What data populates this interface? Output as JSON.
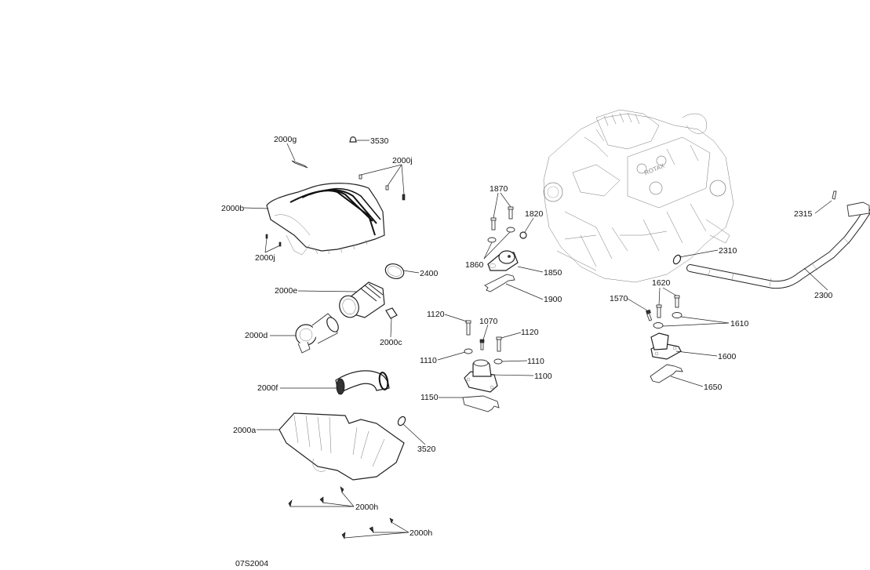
{
  "diagram": {
    "type": "exploded-parts-diagram",
    "subject": "engine air intake silencer and engine mounts",
    "drawing_code": "07S2004",
    "callouts": [
      {
        "id": "2000g",
        "label": "2000g"
      },
      {
        "id": "3530",
        "label": "3530"
      },
      {
        "id": "2000j_top",
        "label": "2000j"
      },
      {
        "id": "2000b",
        "label": "2000b"
      },
      {
        "id": "2000j_bottom",
        "label": "2000j"
      },
      {
        "id": "2400",
        "label": "2400"
      },
      {
        "id": "2000e",
        "label": "2000e"
      },
      {
        "id": "2000c",
        "label": "2000c"
      },
      {
        "id": "2000d",
        "label": "2000d"
      },
      {
        "id": "2000f",
        "label": "2000f"
      },
      {
        "id": "2000a",
        "label": "2000a"
      },
      {
        "id": "3520",
        "label": "3520"
      },
      {
        "id": "2000h_1",
        "label": "2000h"
      },
      {
        "id": "2000h_2",
        "label": "2000h"
      },
      {
        "id": "1870",
        "label": "1870"
      },
      {
        "id": "1820",
        "label": "1820"
      },
      {
        "id": "1860",
        "label": "1860"
      },
      {
        "id": "1850",
        "label": "1850"
      },
      {
        "id": "1900",
        "label": "1900"
      },
      {
        "id": "1120_left",
        "label": "1120"
      },
      {
        "id": "1070",
        "label": "1070"
      },
      {
        "id": "1120_right",
        "label": "1120"
      },
      {
        "id": "1110_left",
        "label": "1110"
      },
      {
        "id": "1110_right",
        "label": "1110"
      },
      {
        "id": "1100",
        "label": "1100"
      },
      {
        "id": "1150",
        "label": "1150"
      },
      {
        "id": "2315",
        "label": "2315"
      },
      {
        "id": "2310",
        "label": "2310"
      },
      {
        "id": "2300",
        "label": "2300"
      },
      {
        "id": "1620",
        "label": "1620"
      },
      {
        "id": "1570",
        "label": "1570"
      },
      {
        "id": "1610",
        "label": "1610"
      },
      {
        "id": "1600",
        "label": "1600"
      },
      {
        "id": "1650",
        "label": "1650"
      }
    ]
  }
}
